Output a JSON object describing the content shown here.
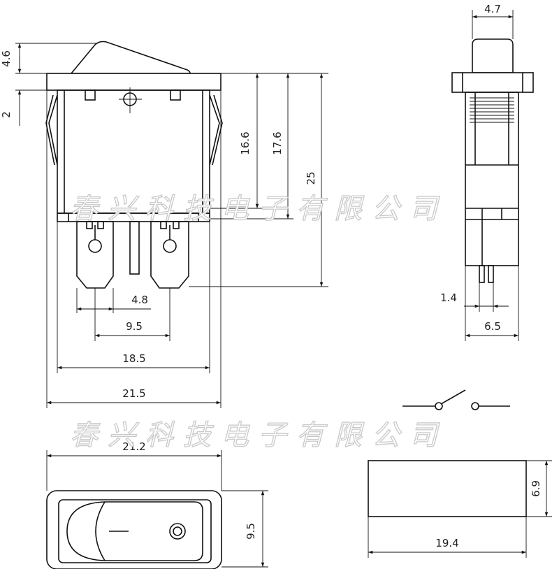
{
  "watermark": {
    "text": "春兴科技电子有限公司",
    "color": "#c9c9c9"
  },
  "dimensions": {
    "front_knob_height": "4.6",
    "front_flange": "2",
    "inner_height_1": "16.6",
    "inner_height_2": "17.6",
    "total_height": "25",
    "terminal_pitch_small": "4.8",
    "terminal_pitch": "9.5",
    "body_width": "18.5",
    "flange_width": "21.5",
    "side_top_width": "4.7",
    "pin_width": "1.4",
    "side_width": "6.5",
    "top_width": "21.2",
    "top_height": "9.5",
    "cutout_width": "19.4",
    "cutout_height": "6.9"
  },
  "colors": {
    "line": "#111111",
    "text": "#222222"
  }
}
